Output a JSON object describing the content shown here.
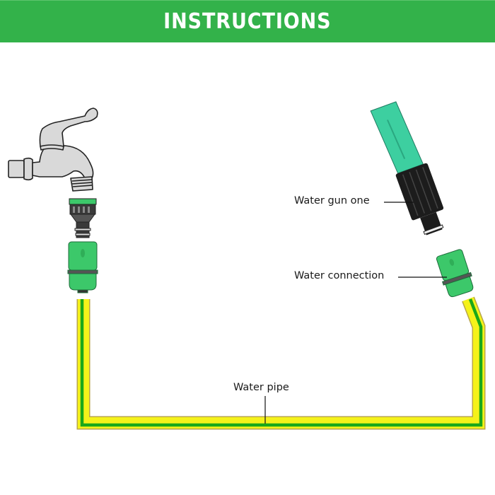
{
  "header": {
    "title": "INSTRUCTIONS"
  },
  "labels": {
    "water_gun": "Water gun one",
    "water_connection": "Water connection",
    "water_pipe": "Water pipe"
  },
  "components": [
    {
      "name": "faucet",
      "icon": "faucet-icon"
    },
    {
      "name": "tap-adapter",
      "icon": "tap-adapter-icon"
    },
    {
      "name": "left-hose-connector",
      "icon": "hose-connector-icon"
    },
    {
      "name": "spray-nozzle",
      "icon": "spray-nozzle-icon"
    },
    {
      "name": "right-hose-connector",
      "icon": "hose-connector-icon"
    },
    {
      "name": "water-pipe",
      "icon": "hose-pipe-icon"
    }
  ],
  "colors": {
    "banner": "#33b24a",
    "pipe_yellow": "#f5f21a",
    "pipe_green": "#1aa81a",
    "connector_green": "#3cc86a",
    "nozzle_teal": "#3dcfa0",
    "nozzle_black": "#1c1c1c",
    "faucet_gray": "#d9d9d9"
  }
}
